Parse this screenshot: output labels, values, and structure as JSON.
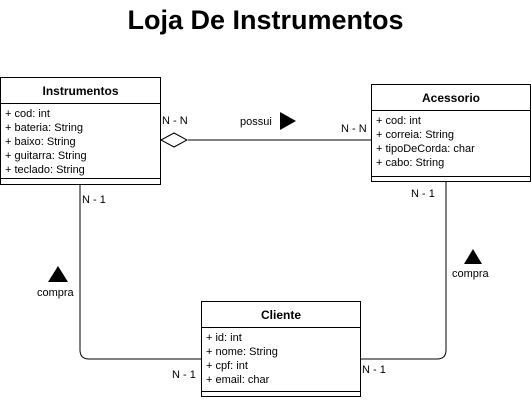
{
  "title": "Loja De Instrumentos",
  "classes": {
    "instrumentos": {
      "name": "Instrumentos",
      "attributes": [
        "+ cod: int",
        "+ bateria: String",
        "+ baixo: String",
        "+ guitarra: String",
        "+ teclado: String"
      ]
    },
    "acessorio": {
      "name": "Acessorio",
      "attributes": [
        "+ cod: int",
        "+ correia: String",
        "+ tipoDeCorda: char",
        "+ cabo: String"
      ]
    },
    "cliente": {
      "name": "Cliente",
      "attributes": [
        "+ id: int",
        "+ nome: String",
        "+ cpf: int",
        "+ email: char"
      ]
    }
  },
  "relations": {
    "possui": {
      "label": "possui",
      "mult_source": "N - N",
      "mult_target": "N - N",
      "direction_icon": "triangle-right-icon",
      "source_end": "aggregation-diamond"
    },
    "compra_instrumentos": {
      "label": "compra",
      "mult_class": "N - 1",
      "mult_cliente": "N - 1",
      "direction_icon": "triangle-up-icon"
    },
    "compra_acessorio": {
      "label": "compra",
      "mult_class": "N - 1",
      "mult_cliente": "N - 1",
      "direction_icon": "triangle-up-icon"
    }
  }
}
